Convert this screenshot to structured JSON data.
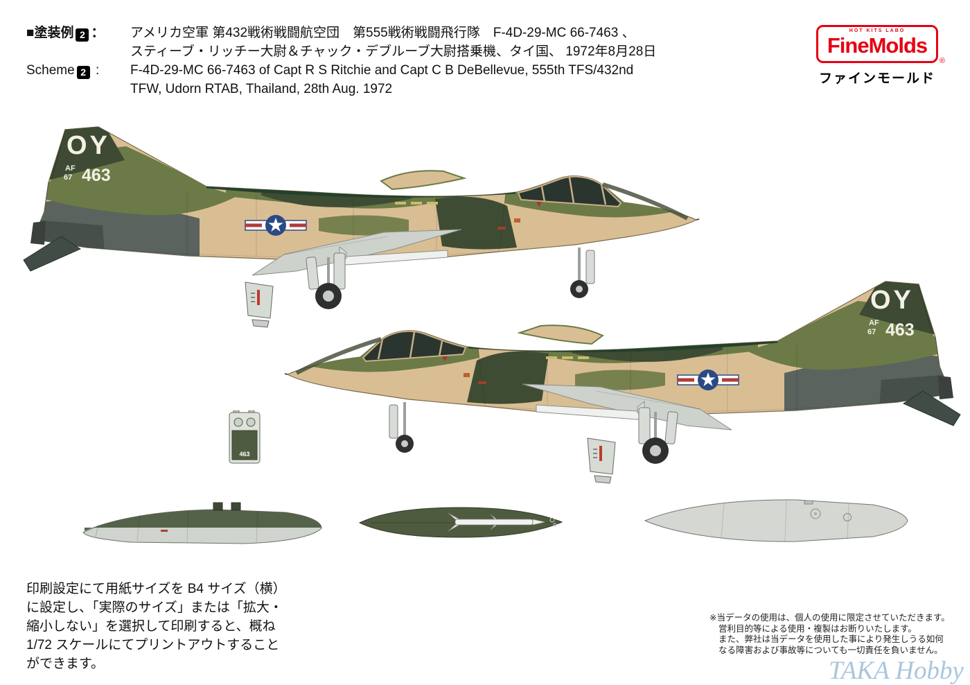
{
  "header": {
    "jp_label_prefix": "■塗装例",
    "jp_label_num": "2",
    "jp_label_suffix": "：",
    "jp_line1": "アメリカ空軍 第432戦術戦闘航空団　第555戦術戦闘飛行隊　F-4D-29-MC  66-7463 、",
    "jp_line2": "スティーブ・リッチー大尉＆チャック・デブルーブ大尉搭乗機、タイ国、 1972年8月28日",
    "en_label_prefix": "Scheme",
    "en_label_num": "2",
    "en_label_suffix": " :",
    "en_line1": "F-4D-29-MC 66-7463 of Capt R S Ritchie and  Capt C B DeBellevue, 555th TFS/432nd",
    "en_line2": "TFW, Udorn RTAB, Thailand, 28th Aug. 1972"
  },
  "logo": {
    "tagline": "HOT KITS LABO",
    "brand": "FineMolds",
    "registered": "®",
    "kana": "ファインモールド"
  },
  "markings": {
    "tail_code": "OY",
    "af": "AF",
    "serial_prefix": "67",
    "serial": "463",
    "part_serial": "463"
  },
  "footer": {
    "print_note_lines": [
      "印刷設定にて用紙サイズを B4 サイズ（横）",
      "に設定し、「実際のサイズ」または「拡大・",
      "縮小しない」を選択して印刷すると、概ね",
      "1/72 スケールにてプリントアウトすること",
      "ができます。"
    ],
    "disclaimer_lines": [
      "※当データの使用は、個人の使用に限定させていただきます。",
      "営利目的等による使用・複製はお断りいたします。",
      "また、弊社は当データを使用した事により発生しうる如何",
      "なる障害および事故等についても一切責任を負いません。"
    ],
    "watermark": "TAKA Hobby"
  },
  "colors": {
    "tan": "#D9BE94",
    "olive": "#6C7A47",
    "dark_green": "#3E4A33",
    "metal_gray": "#5B635E",
    "light_gray": "#CFD4CE",
    "logo_red": "#E60012"
  }
}
